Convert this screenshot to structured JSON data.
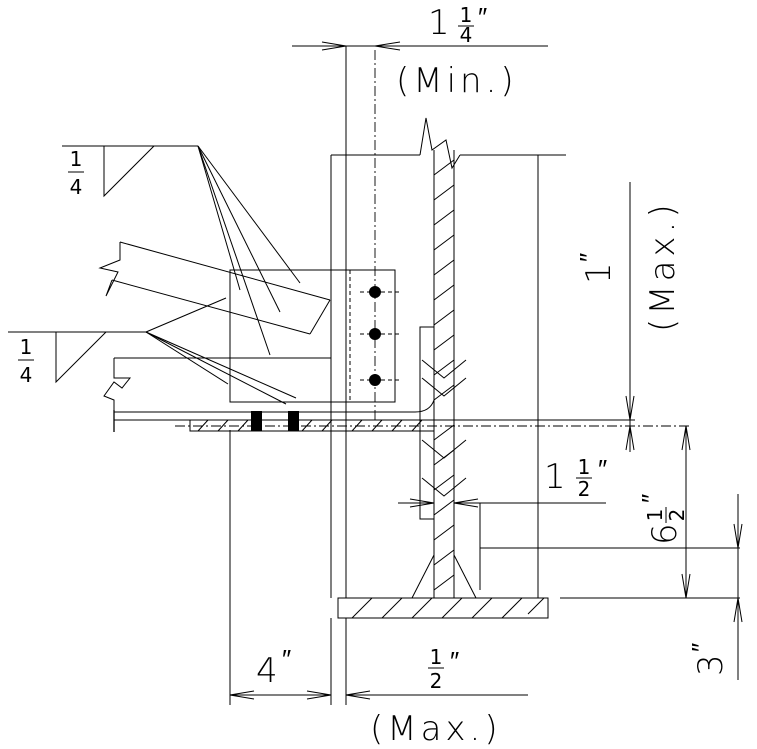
{
  "dimensions": {
    "top_gap": {
      "whole": "1",
      "num": "1",
      "den": "4",
      "unit": "″",
      "note": "(Min.)"
    },
    "right_vertical": {
      "whole": "1",
      "unit": "″",
      "note": "(Max.)"
    },
    "mid_gap": {
      "whole": "1",
      "num": "1",
      "den": "2",
      "unit": "″"
    },
    "right_height": {
      "whole": "6",
      "num": "1",
      "den": "2",
      "unit": "″"
    },
    "bottom_right": {
      "whole": "3",
      "unit": "″"
    },
    "bottom_left": {
      "whole": "4",
      "unit": "″"
    },
    "bottom_gap": {
      "num": "1",
      "den": "2",
      "unit": "″",
      "note": "(Max.)"
    }
  },
  "welds": {
    "upper": {
      "num": "1",
      "den": "4"
    },
    "lower": {
      "num": "1",
      "den": "4"
    }
  }
}
